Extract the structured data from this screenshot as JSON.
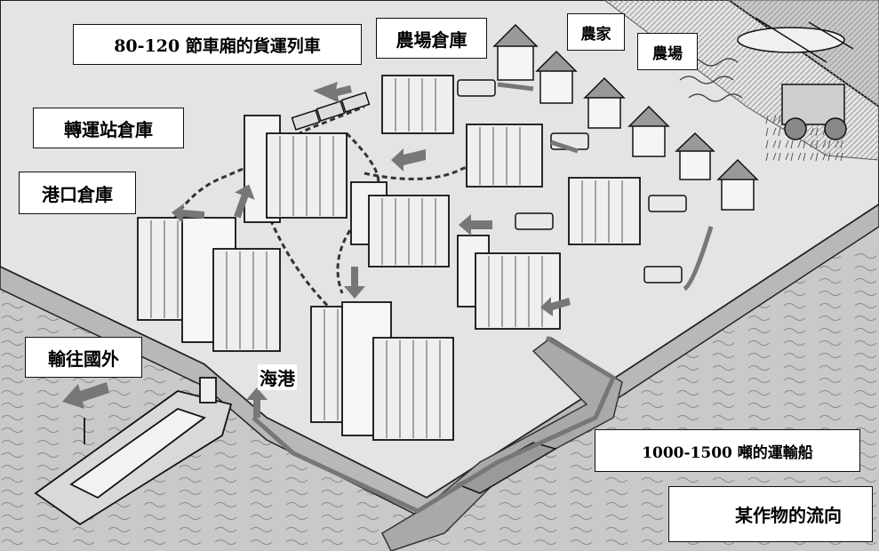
{
  "labels": {
    "train": "80-120 節車廂的貨運列車",
    "farm_warehouse": "農場倉庫",
    "farmer": "農家",
    "farm": "農場",
    "transfer_warehouse": "轉運站倉庫",
    "port_warehouse": "港口倉庫",
    "export": "輸往國外",
    "seaport": "海港",
    "barge": "1000-1500 噸的運輸船"
  },
  "legend": {
    "text": "某作物的流向"
  },
  "colors": {
    "flow_arrow": "#777777",
    "ground": "#d8d8d8",
    "water": "#bdbdbd",
    "line": "#222222"
  }
}
